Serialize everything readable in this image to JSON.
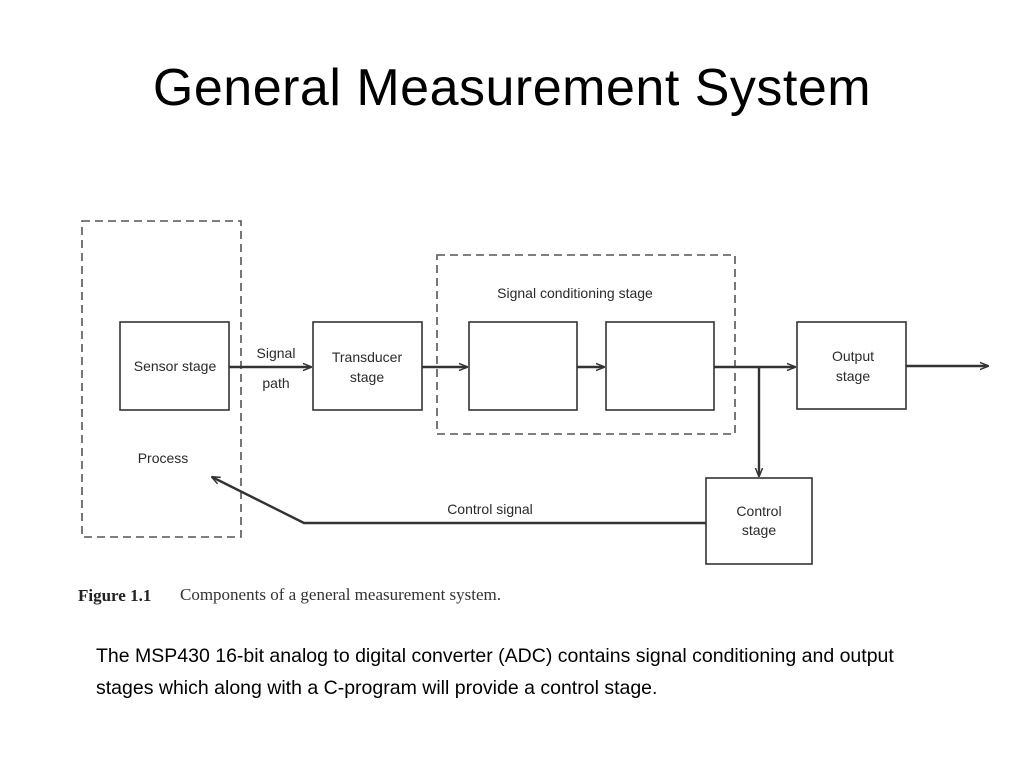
{
  "slide": {
    "title": "General Measurement System",
    "description": "The MSP430 16-bit analog to digital converter (ADC) contains signal conditioning and output stages which along with a C-program will provide a control stage."
  },
  "diagram": {
    "sensor_stage": "Sensor stage",
    "process": "Process",
    "signal": "Signal",
    "path": "path",
    "transducer_line1": "Transducer",
    "transducer_line2": "stage",
    "signal_conditioning": "Signal conditioning stage",
    "output_line1": "Output",
    "output_line2": "stage",
    "control_line1": "Control",
    "control_line2": "stage",
    "control_signal": "Control signal",
    "caption_number": "Figure 1.1",
    "caption_text": "Components of a general measurement system."
  }
}
